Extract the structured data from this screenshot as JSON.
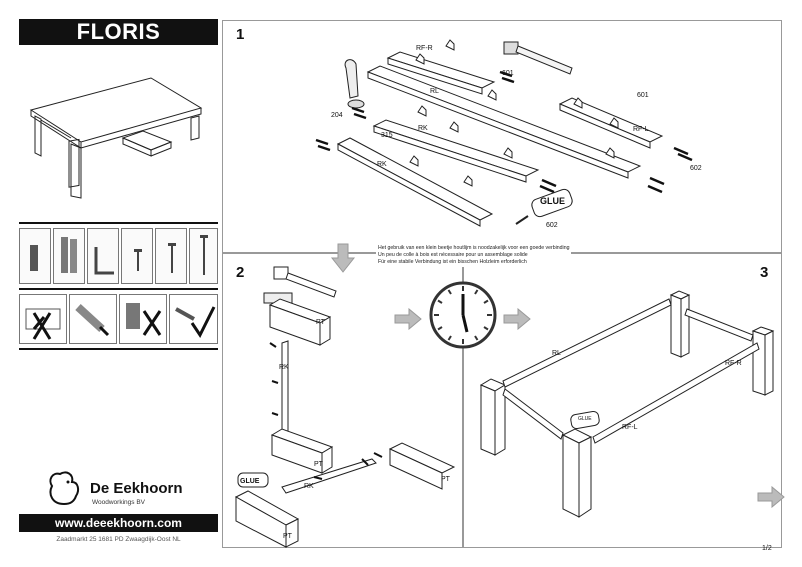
{
  "header": {
    "title": "FLORIS"
  },
  "steps": {
    "step1": {
      "number": "1"
    },
    "step2": {
      "number": "2"
    },
    "step3": {
      "number": "3"
    }
  },
  "step1_labels": {
    "rf_r": "RF-R",
    "rl": "RL",
    "rk_top": "RK",
    "rk_bottom": "RK",
    "rf_l": "RF-L",
    "code_601_a": "601",
    "code_601_b": "601",
    "code_602_a": "602",
    "code_602_b": "602",
    "code_204": "204",
    "code_315": "315",
    "glue": "GLUE"
  },
  "notice_lines": [
    "Het gebruik van een klein beetje houtlijm is noodzakelijk voor een goede verbinding",
    "Un peu de colle à bois est nécessaire pour un assemblage solide",
    "Für eine stabile Verbindung ist ein bisschen Holzleim erforderlich"
  ],
  "step2_labels": {
    "pt_top": "PT",
    "rk_vertical": "RK",
    "pt_middle": "PT",
    "pt_right": "PT",
    "rk_horizontal": "RK",
    "glue": "GLUE",
    "pt_bottom": "PT"
  },
  "step3_labels": {
    "rl": "RL",
    "rf_r": "RF-R",
    "rf_l": "RF-L",
    "glue": "GLUE"
  },
  "brand": {
    "name": "De Eekhoorn",
    "sub": "Woodworkings BV",
    "url": "www.deeekhoorn.com",
    "address": "Zaadmarkt 25  1681 PD Zwaagdijk-Oost NL"
  },
  "page_number": "1/2",
  "colors": {
    "ink": "#111111",
    "panel_border": "#999999",
    "arrow": "#9a9a9a"
  }
}
